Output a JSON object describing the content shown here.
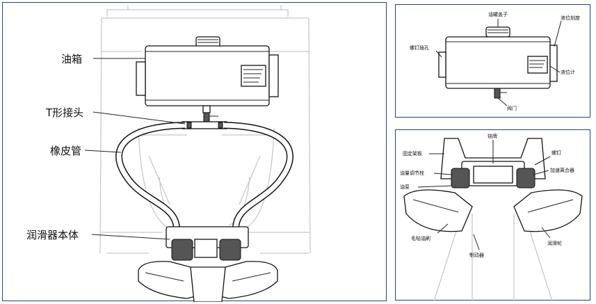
{
  "main_panel": {
    "labels": {
      "oil_tank": "油箱",
      "t_joint": "T形接头",
      "rubber_hose": "橡皮管",
      "lubricator_body": "润滑器本体"
    }
  },
  "tank_panel": {
    "labels": {
      "filler_cap": "油罐盖子",
      "level_scale": "液位刻度",
      "screw_hole": "螺钉插孔",
      "level_gauge": "液位计",
      "valve": "阀门"
    }
  },
  "lube_panel": {
    "labels": {
      "nameplate": "铭牌",
      "fixed_bracket": "固定架板",
      "screw": "螺钉",
      "oil_adjust_bolt": "油量调节栓",
      "accelerator_clutch": "加速离合器",
      "oil_pump": "油泵",
      "felt_brush": "毛毡油刷",
      "brake": "制动器",
      "lube_wheel": "润滑轮"
    }
  }
}
